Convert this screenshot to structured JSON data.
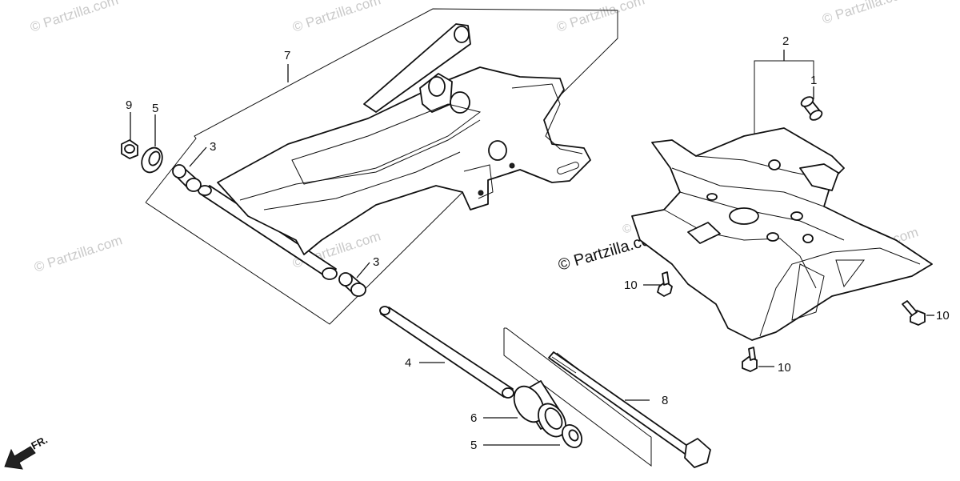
{
  "watermarks": {
    "main": "© Partzilla.com",
    "faint": [
      "© Partzilla.com",
      "© Partzilla.com",
      "© Partzilla.com",
      "© Partzilla.com",
      "© Partzilla.com",
      "© Partzilla.com",
      "© Partzilla.com",
      "© Partzilla.com"
    ]
  },
  "callouts": {
    "p1": "1",
    "p2": "2",
    "p3a": "3",
    "p3b": "3",
    "p4": "4",
    "p5a": "5",
    "p5b": "5",
    "p6": "6",
    "p7": "7",
    "p8": "8",
    "p9": "9",
    "p10a": "10",
    "p10b": "10",
    "p10c": "10"
  },
  "front_arrow": {
    "label": "FR."
  }
}
